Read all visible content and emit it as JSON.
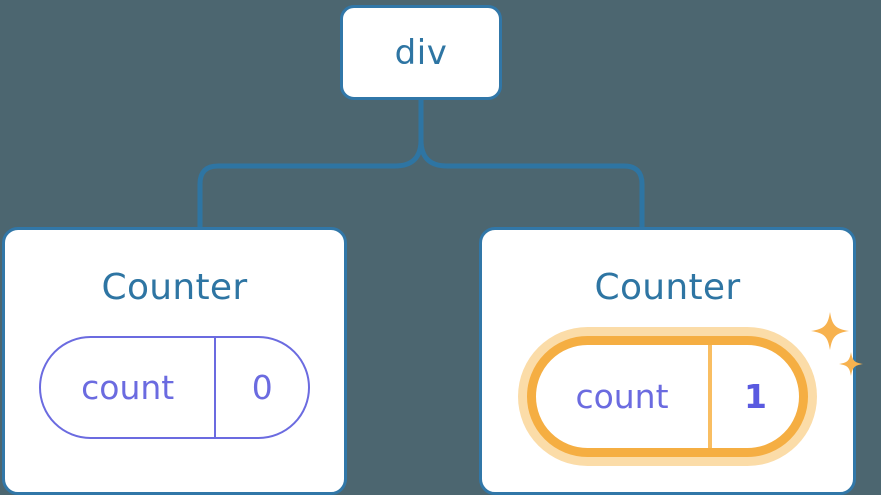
{
  "diagram": {
    "type": "component-tree",
    "background_color": "#4C6670",
    "connector_color": "#2E75A3",
    "node_border_color": "#3177A8",
    "node_fill_color": "#FFFFFF",
    "title_color": "#2E75A3",
    "state_color": "#6B6BE0",
    "highlight_color": "#F5AE42",
    "highlight_glow_color": "#FBDCA8"
  },
  "root": {
    "label": "div"
  },
  "children": [
    {
      "title": "Counter",
      "state": {
        "key": "count",
        "value": "0"
      },
      "highlighted": false,
      "sparkle_icons": []
    },
    {
      "title": "Counter",
      "state": {
        "key": "count",
        "value": "1"
      },
      "highlighted": true,
      "sparkle_icons": [
        "sparkle-large-icon",
        "sparkle-small-icon"
      ]
    }
  ]
}
